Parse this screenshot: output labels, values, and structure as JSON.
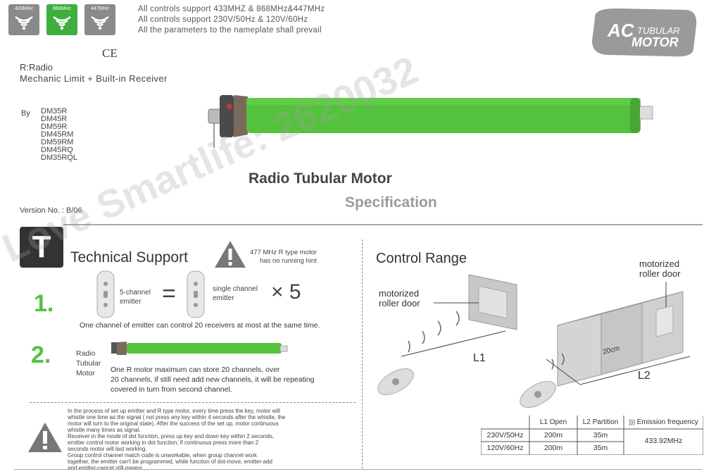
{
  "header": {
    "freq_icons": [
      {
        "label": "433MHz",
        "color": "#8a8a8a"
      },
      {
        "label": "868MHz",
        "color": "#3fae3f"
      },
      {
        "label": "447MHz",
        "color": "#8a8a8a"
      }
    ],
    "notes": [
      "All controls support 433MHZ & 868MHz&447MHz",
      "All controls support 230V/50Hz & 120V/60Hz",
      "All the parameters to the nameplate shall prevail"
    ],
    "ce_mark": "CE",
    "logo": {
      "ac": "AC",
      "tubular": "TUBULAR",
      "motor": "MOTOR"
    }
  },
  "product": {
    "radio_label": "R:Radio",
    "subtitle": "Mechanic Limit + Built-in Receiver",
    "by_label": "By",
    "models": [
      "DM35R",
      "DM45R",
      "DM59R",
      "DM45RM",
      "DM59RM",
      "DM45RQ",
      "DM35RQL"
    ],
    "title": "Radio Tubular Motor",
    "spec": "Specification",
    "version": "Version No. : B/06"
  },
  "tech": {
    "badge": "T",
    "title": "Technical Support",
    "warning_note_line1": "477 MHz R type motor",
    "warning_note_line2": "has no running hint",
    "step1_num": "1.",
    "emitter5": "5-channel",
    "emitter5b": "emitter",
    "equals": "=",
    "single_channel": "single channel",
    "single_channel_b": "emitter",
    "times5": "× 5",
    "step1_desc": "One channel of emitter can control 20 receivers at most at the same time.",
    "step2_num": "2.",
    "radio_word": "Radio",
    "tubular_word": "Tubular",
    "motor_word": "Motor",
    "step2_desc": [
      "One R motor maximum can store 20 channels, over",
      "20 channels, if still need add new channels, it will be repeating",
      "covered in turn from second channel."
    ],
    "warnings": [
      "In the process of set up emitter and R type motor, every time press the key, motor will",
      "whistle one time as the signal ( not press any key within 4 seconds after the whistle, the",
      "motor will turn to the original state). After the success of the set up, motor continuous",
      "whistle many times as signal.",
      "Receiver in the mode of dot function, press up key and down key within 2 seconds,",
      "emitter control motor working in dot function; if continuous press more than 2",
      "seconds motor will last working.",
      "Group control channel match code is unworkable, when group channel work",
      "together, the emitter can't be programmed, while function of dot-move, emitter-add",
      "and emitter-cancel still means."
    ]
  },
  "control": {
    "title": "Control Range",
    "door_label_1a": "motorized",
    "door_label_1b": "roller door",
    "door_label_2a": "motorized",
    "door_label_2b": "roller door",
    "l1": "L1",
    "l2": "L2",
    "partition": "20cm",
    "table": {
      "headers": [
        "L1 Open",
        "L2 Partition",
        "Emission frequency"
      ],
      "rows": [
        {
          "voltage": "230V/50Hz",
          "l1": "200m",
          "l2": "35m"
        },
        {
          "voltage": "120V/60Hz",
          "l1": "200m",
          "l2": "35m"
        }
      ],
      "frequency": "433.92MHz"
    }
  },
  "watermark": {
    "text": "Love Smartlife: 2620032"
  },
  "colors": {
    "green": "#55c23d",
    "gray": "#8a8a8a",
    "dark": "#333333"
  }
}
